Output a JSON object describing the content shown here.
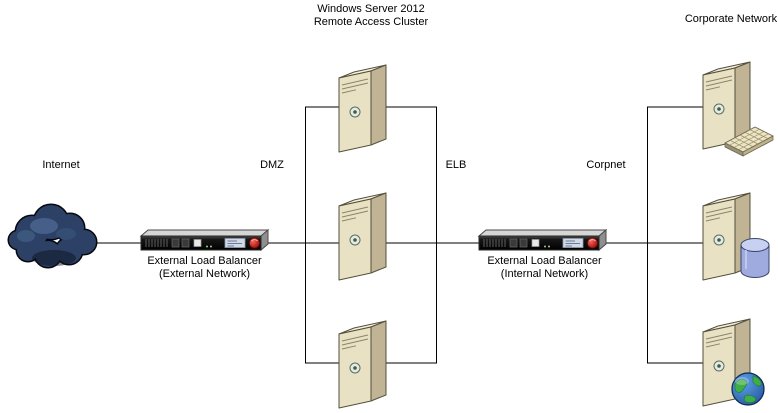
{
  "diagram": {
    "title": "Windows Server 2012\nRemote Access Cluster",
    "labels": {
      "corporate_network": "Corporate Network",
      "internet": "Internet",
      "dmz": "DMZ",
      "elb": "ELB",
      "corpnet": "Corpnet"
    },
    "load_balancers": {
      "external": "External Load Balancer\n(External Network)",
      "internal": "External Load Balancer\n(Internal Network)"
    },
    "topology": {
      "ras_cluster_server_count": 3,
      "corporate_server_count": 3,
      "corporate_server_adornments": [
        "keyboard",
        "database",
        "globe"
      ]
    },
    "icons": {
      "internet": "cloud-icon",
      "load_balancer": "rack-appliance-icon",
      "server": "tower-server-icon",
      "workstation": "keyboard-icon",
      "database": "database-cylinder-icon",
      "web": "globe-icon"
    },
    "colors": {
      "line": "#000000",
      "server_top": "#f4efdd",
      "server_front": "#e8e1c4",
      "server_side": "#c0b494",
      "cloud": "#2c4165",
      "lb_top": "#d6d6d6",
      "lb_logo_red": "#c0201c",
      "db": "#9fabdf",
      "globe_ocean": "#2a6cc0",
      "globe_land": "#3fae49"
    }
  }
}
